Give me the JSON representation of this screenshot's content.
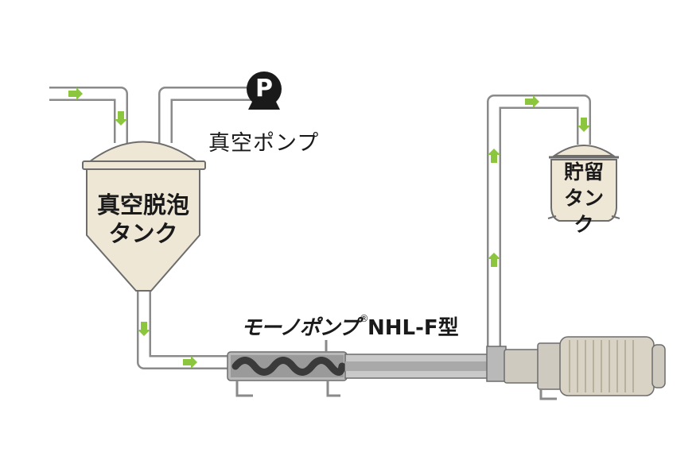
{
  "labels": {
    "vacuum_pump": "真空ポンプ",
    "pump_symbol": "P",
    "deaeration_tank_line1": "真空脱泡",
    "deaeration_tank_line2": "タンク",
    "storage_tank_line1": "貯留",
    "storage_tank_line2": "タンク",
    "brand_name": "モーノポンプ",
    "registered_mark": "®",
    "model": "NHL-F型"
  },
  "colors": {
    "pipe_outline": "#8a8a8a",
    "pipe_fill": "#ffffff",
    "flow_arrow": "#8cc63f",
    "tank_fill": "#efe7d6",
    "tank_outline": "#6d6d6d",
    "pump_circle": "#1a1a1a",
    "motor_fill": "#d8d3c4",
    "pump_body": "#b9b9b9"
  },
  "icons": {
    "flow_arrow": "flow-arrow-icon",
    "vacuum_pump": "vacuum-pump-icon"
  }
}
